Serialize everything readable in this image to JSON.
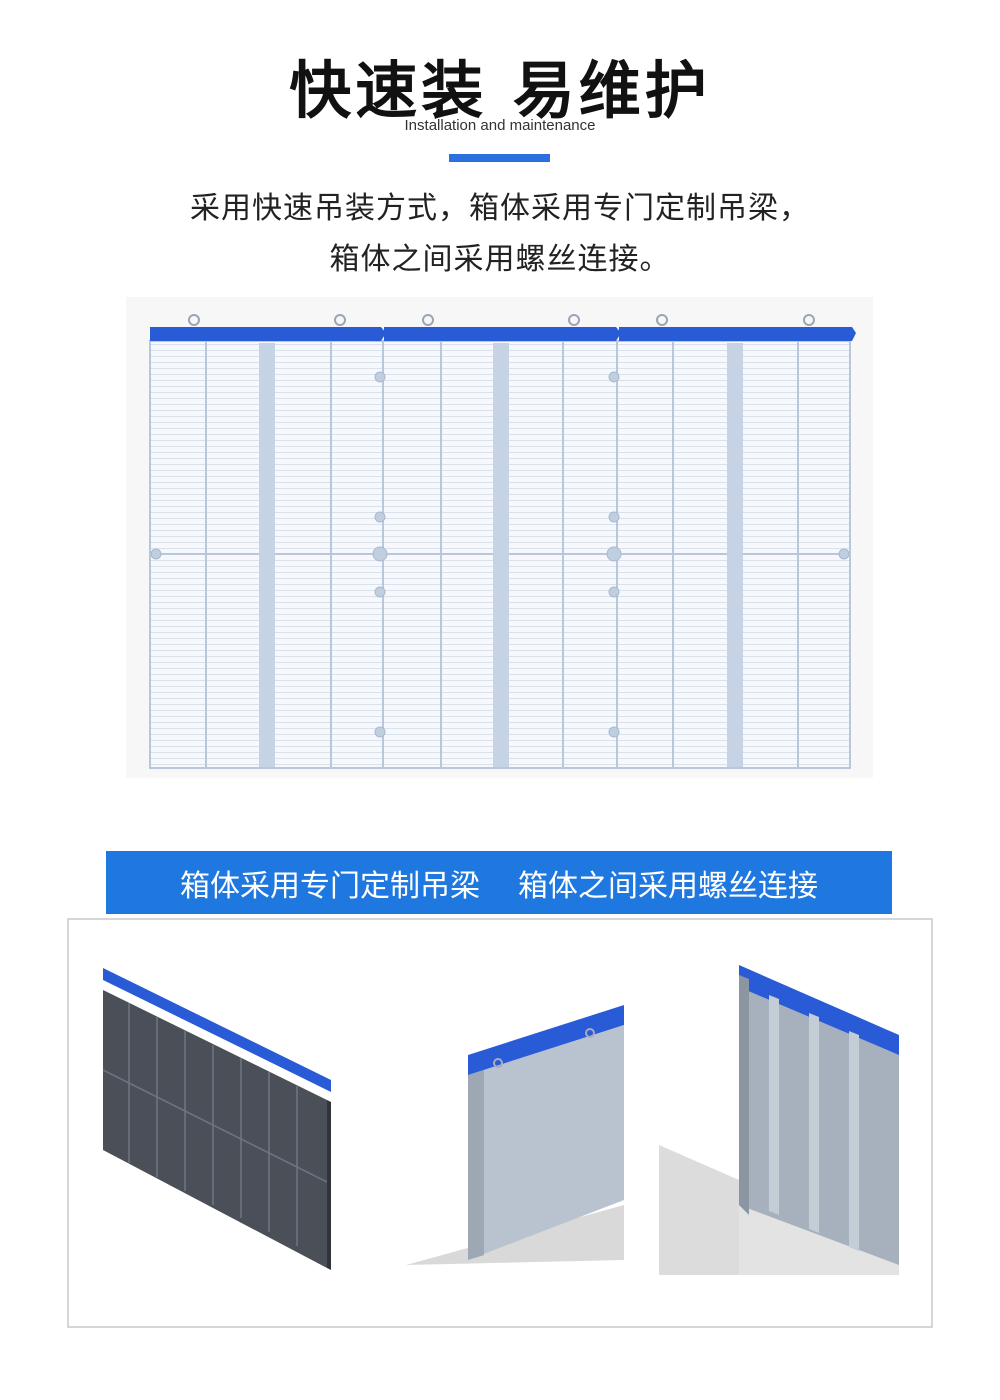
{
  "header": {
    "title": "快速装 易维护",
    "subtitle": "Installation and maintenance"
  },
  "description": {
    "line1": "采用快速吊装方式，箱体采用专门定制吊梁，",
    "line2": "箱体之间采用螺丝连接。"
  },
  "banner": {
    "left_label": "箱体采用专门定制吊梁",
    "right_label": "箱体之间采用螺丝连接"
  },
  "colors": {
    "accent": "#1f78e0",
    "beam": "#2a5bd7",
    "panel": "#f4f6fa",
    "grid": "#c8d4e6",
    "column": "#c5d3e5"
  }
}
